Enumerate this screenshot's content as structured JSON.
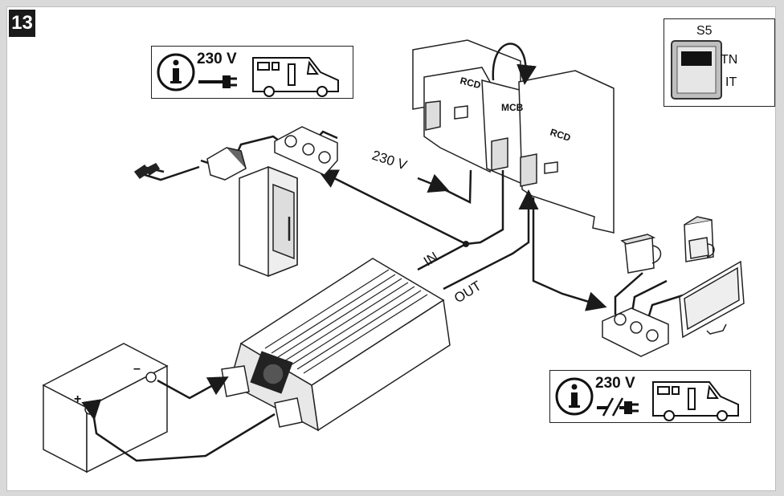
{
  "figure": {
    "step_number": "13"
  },
  "info_box_top": {
    "voltage": "230 V"
  },
  "info_box_bottom": {
    "voltage": "230 V"
  },
  "switch": {
    "name": "S5",
    "option_tn": "TN",
    "option_it": "IT"
  },
  "labels": {
    "rcd_left": "RCD",
    "mcb": "MCB",
    "rcd_right": "RCD",
    "mains_input": "230 V",
    "in": "IN",
    "out": "OUT",
    "battery_plus": "+",
    "battery_minus": "–"
  },
  "colors": {
    "line": "#1a1a1a",
    "panel": "#ffffff",
    "background": "#d9d9d9",
    "switch_grey": "#bfbfbf"
  }
}
